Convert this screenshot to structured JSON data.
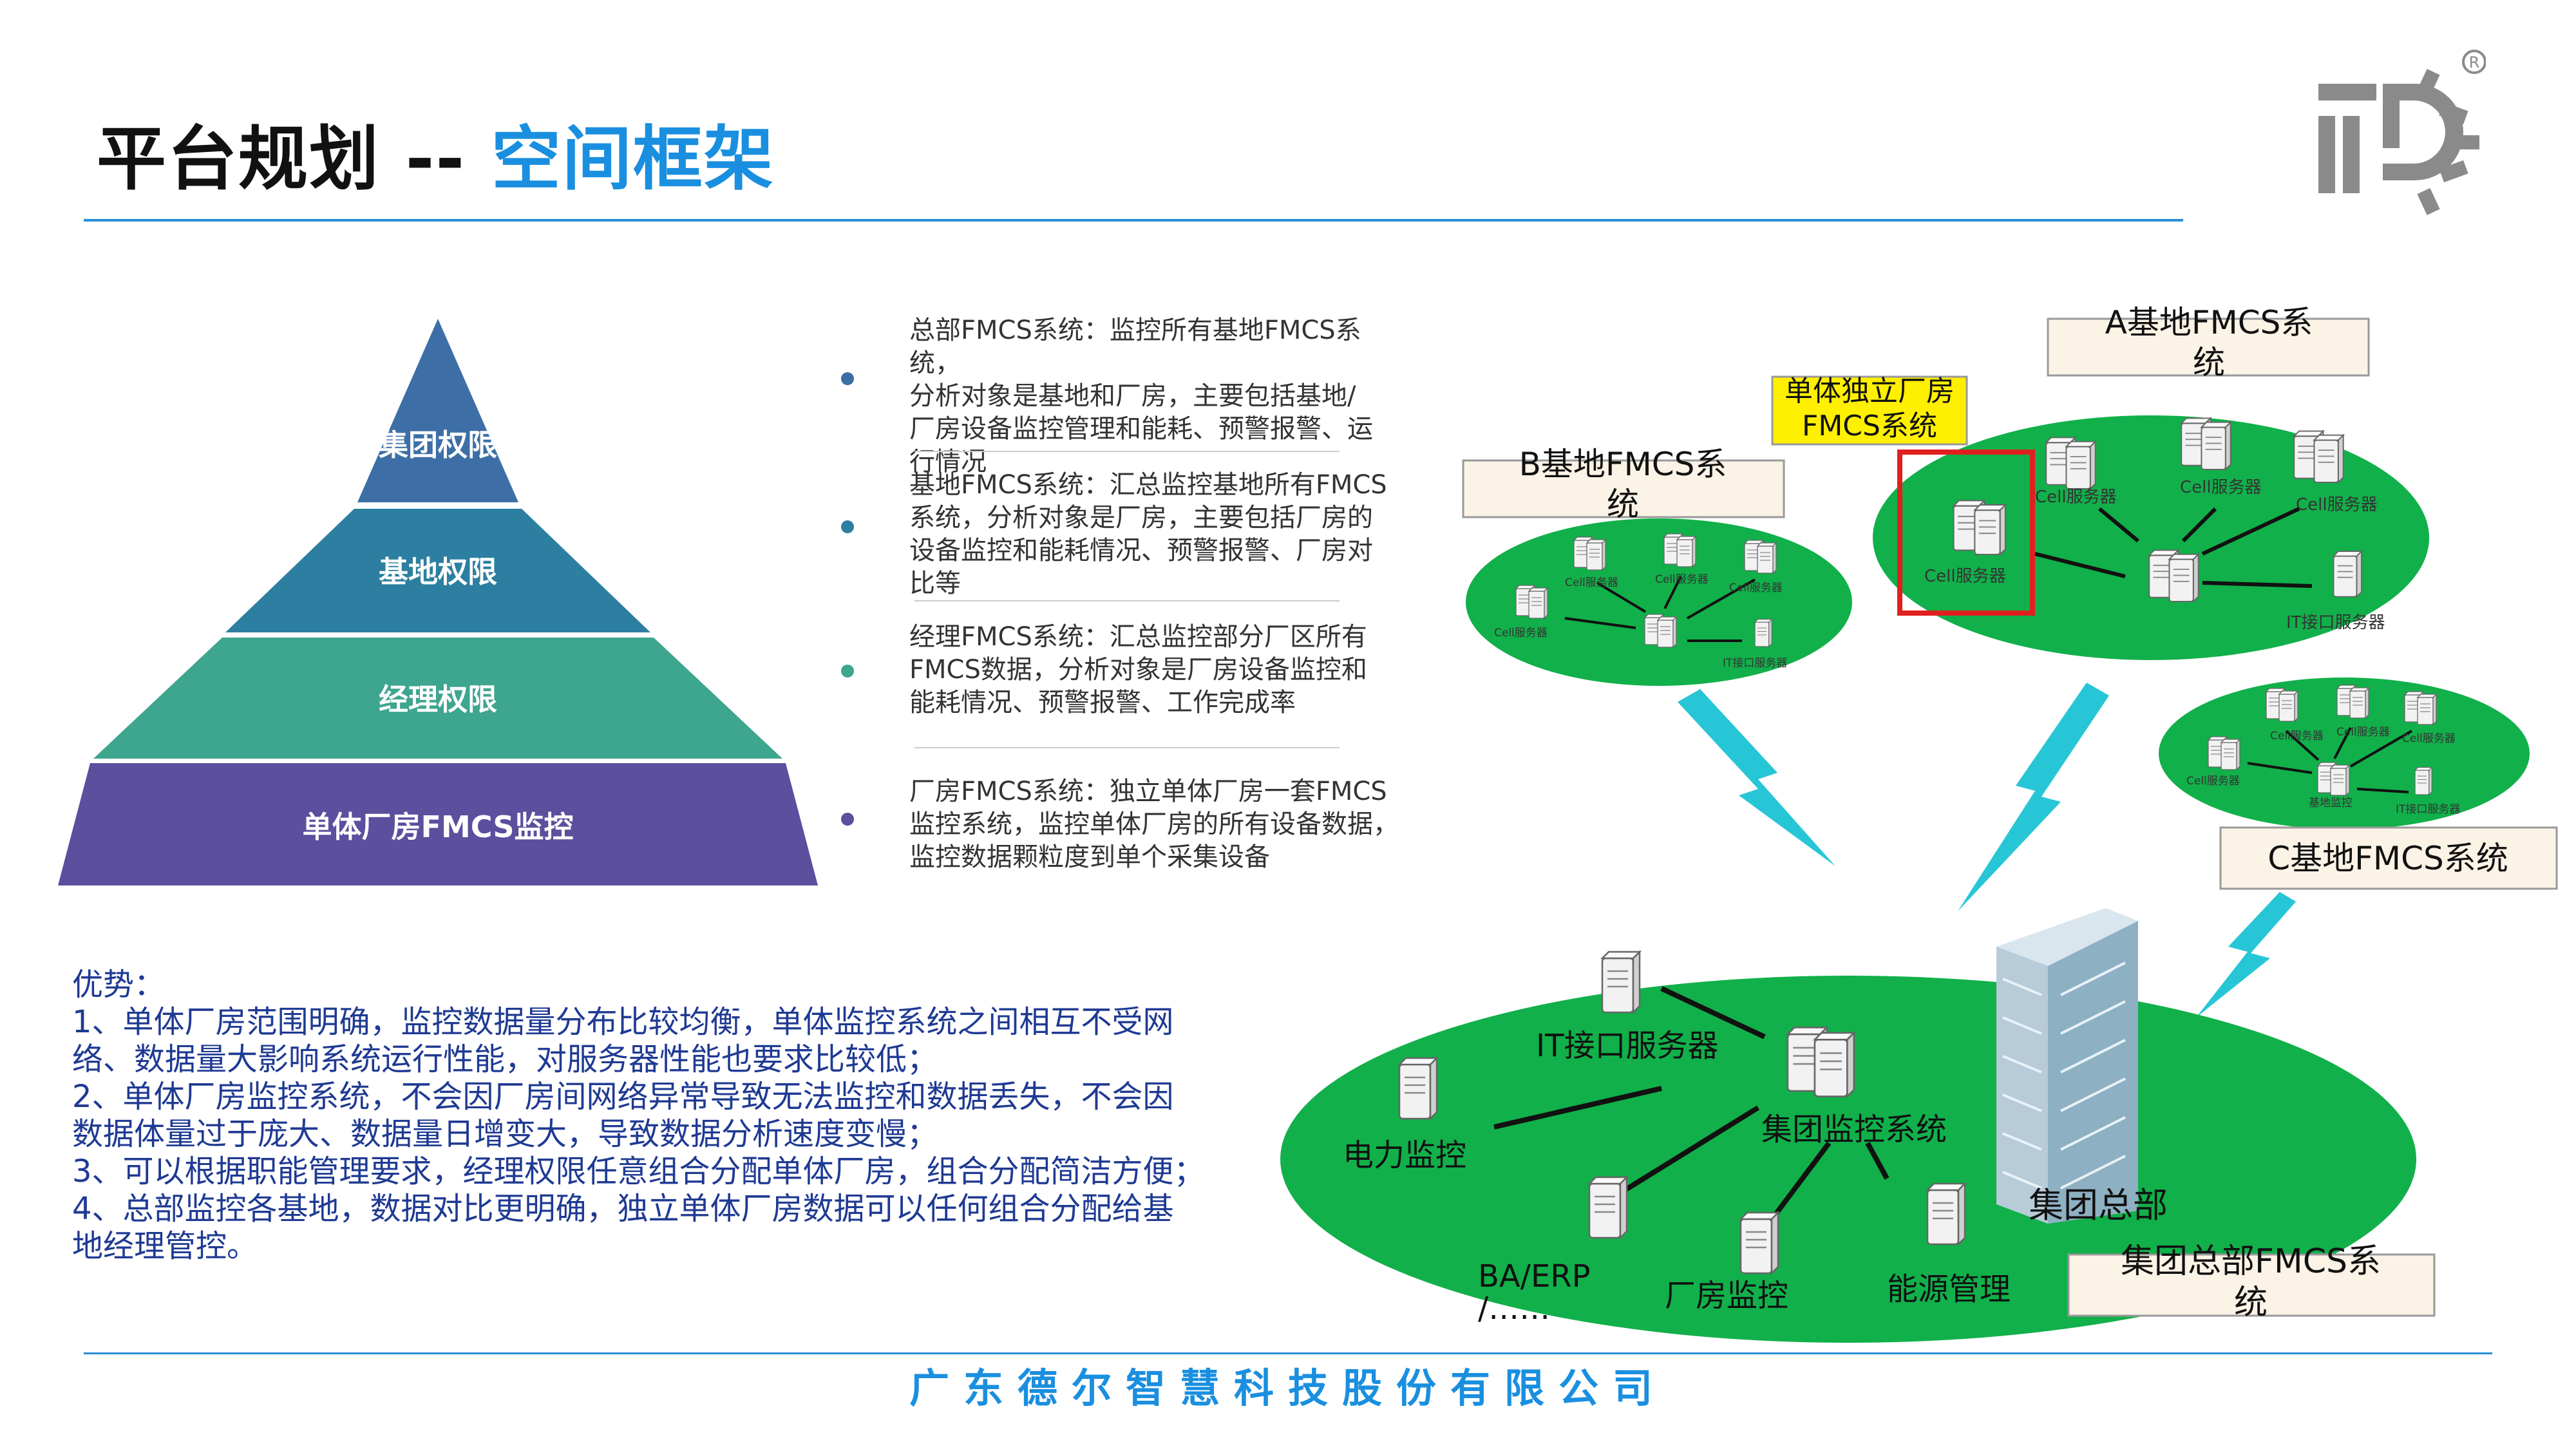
{
  "header": {
    "title_main": "平台规划 -- ",
    "title_sub": "空间框架"
  },
  "pyramid": {
    "levels": [
      {
        "label": "集团权限",
        "color": "#3d6fa6"
      },
      {
        "label": "基地权限",
        "color": "#2c7fa0"
      },
      {
        "label": "经理权限",
        "color": "#3ea58f"
      },
      {
        "label": "单体厂房FMCS监控",
        "color": "#5b4f9e"
      }
    ]
  },
  "descriptions": [
    {
      "lines": [
        "总部FMCS系统：监控所有基地FMCS系统，",
        "分析对象是基地和厂房，主要包括基地/",
        "厂房设备监控管理和能耗、预警报警、运",
        "行情况"
      ],
      "dot_color": "#3d6fa6"
    },
    {
      "lines": [
        "基地FMCS系统：汇总监控基地所有FMCS",
        "系统，分析对象是厂房，主要包括厂房的",
        "设备监控和能耗情况、预警报警、厂房对",
        "比等"
      ],
      "dot_color": "#2c7fa0"
    },
    {
      "lines": [
        "经理FMCS系统：汇总监控部分厂区所有",
        "FMCS数据，分析对象是厂房设备监控和",
        "能耗情况、预警报警、工作完成率"
      ],
      "dot_color": "#3ea58f"
    },
    {
      "lines": [
        "厂房FMCS系统：独立单体厂房一套FMCS",
        "监控系统，监控单体厂房的所有设备数据，",
        "监控数据颗粒度到单个采集设备"
      ],
      "dot_color": "#5b4f9e"
    }
  ],
  "advantages": {
    "lines": [
      "优势：",
      "1、单体厂房范围明确，监控数据量分布比较均衡，单体监控系统之间相互不受网",
      "络、数据量大影响系统运行性能，对服务器性能也要求比较低；",
      "2、单体厂房监控系统，不会因厂房间网络异常导致无法监控和数据丢失，不会因",
      "数据体量过于庞大、数据量日增变大，导致数据分析速度变慢；",
      "3、可以根据职能管理要求，经理权限任意组合分配单体厂房，组合分配简洁方便；",
      "4、总部监控各基地，数据对比更明确，独立单体厂房数据可以任何组合分配给基",
      "地经理管控。"
    ]
  },
  "diagram": {
    "labels": {
      "a_base": [
        "A基地FMCS系",
        "统"
      ],
      "b_base": [
        "B基地FMCS系",
        "统"
      ],
      "c_base": "C基地FMCS系统",
      "single_plant": [
        "单体独立厂房",
        "FMCS系统"
      ],
      "hq_system": [
        "集团总部FMCS系",
        "统"
      ],
      "hq": "集团总部"
    },
    "a_nodes": {
      "cell1": "Cell服务器",
      "cell2": "Cell服务器",
      "cell3": "Cell服务器",
      "cell4": "Cell服务器",
      "it": "IT接口服务器"
    },
    "b_nodes": {
      "cell1": "Cell服务器",
      "cell2": "Cell服务器",
      "cell3": "Cell服务器",
      "cell4": "Cell服务器",
      "it": "IT接口服务器"
    },
    "c_nodes": {
      "cell1": "Cell服务器",
      "cell2": "Cell服务器",
      "cell3": "Cell服务器",
      "cell4": "Cell服务器",
      "center": "基地监控",
      "it": "IT接口服务器"
    },
    "hq_nodes": {
      "it": "IT接口服务器",
      "group": "集团监控系统",
      "power": "电力监控",
      "ba": "BA/ERP",
      "ba2": "/……",
      "plant": "厂房监控",
      "energy": "能源管理"
    },
    "colors": {
      "ellipse": "#11b04a",
      "bolt": "#27c6d6",
      "label_box": "#fbf3e6",
      "highlight": "#ffef00",
      "red": "#e0201e"
    }
  },
  "footer": {
    "company": "广东德尔智慧科技股份有限公司"
  }
}
